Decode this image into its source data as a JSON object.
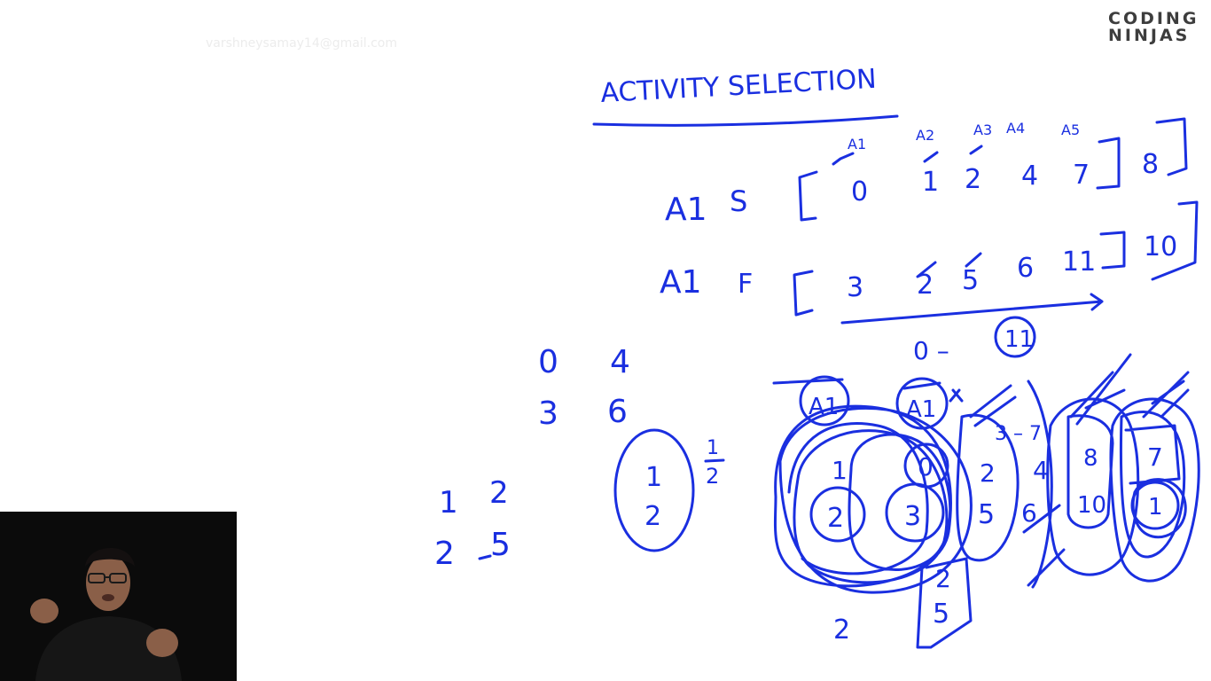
{
  "watermark": {
    "email": "varshneysamay14@gmail.com"
  },
  "logo": {
    "line1": "CODING",
    "line2": "NINJAS"
  },
  "whiteboard": {
    "title": "ACTIVITY SELECTION",
    "activity_labels": [
      "A1",
      "A2",
      "A3",
      "A4",
      "A5"
    ],
    "start_row_label": "A1",
    "start_row_marker": "S",
    "start_values": [
      "0",
      "1",
      "2",
      "4",
      "7",
      "8"
    ],
    "finish_row_label": "A1",
    "finish_row_marker": "F",
    "finish_values": [
      "3",
      "2",
      "5",
      "6",
      "11",
      "10"
    ],
    "range_start": "0 –",
    "range_end": "11",
    "left_pairs": [
      [
        "0",
        "4"
      ],
      [
        "3",
        "6"
      ]
    ],
    "bottom_pairs": [
      [
        "1",
        "2"
      ],
      [
        "2",
        "5"
      ]
    ],
    "circled_pair": [
      "1",
      "2"
    ],
    "side_pair": [
      "1",
      "2"
    ],
    "cluster_labels": [
      "A1",
      "A1",
      "1",
      "2",
      "0",
      "3",
      "2",
      "5",
      "4",
      "6",
      "8",
      "10",
      "7",
      "1",
      "3 – 7",
      "2",
      "5",
      "2"
    ]
  },
  "colors": {
    "ink": "#1a2fe0",
    "logo_accent": "#e8612c",
    "webcam_bg": "#0b0b0b"
  }
}
